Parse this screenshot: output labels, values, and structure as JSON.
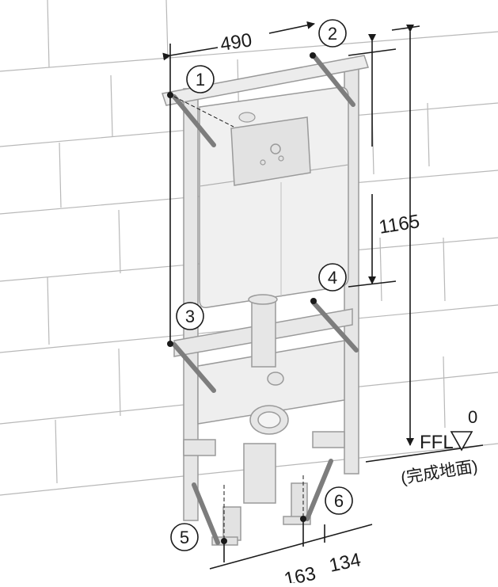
{
  "dimensions": {
    "width_label": "490",
    "height_label": "1165",
    "left_offset_label": "163",
    "right_offset_label": "134"
  },
  "floor": {
    "zero_label": "0",
    "ffl_label": "FFL",
    "finished_floor_label": "(完成地面)"
  },
  "callouts": [
    "1",
    "2",
    "3",
    "4",
    "5",
    "6"
  ],
  "colors": {
    "line": "#1a1a1a",
    "wall_line": "#b8b8b8",
    "frame_fill": "#e6e6e6",
    "frame_stroke": "#9a9a9a",
    "rod": "#7d7d7d"
  }
}
